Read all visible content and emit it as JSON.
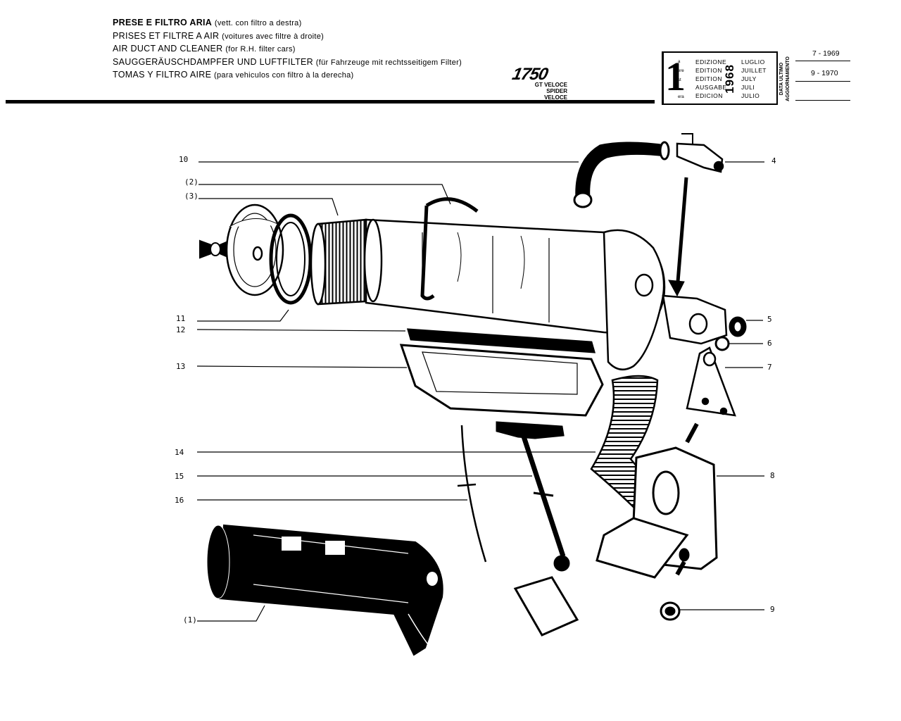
{
  "header": {
    "titles": [
      {
        "main": "PRESE E FILTRO ARIA",
        "note": "(vett. con filtro a destra)",
        "bold": true
      },
      {
        "main": "PRISES ET FILTRE A  AIR",
        "note": "(voitures avec filtre à droite)",
        "bold": false
      },
      {
        "main": "AIR DUCT AND CLEANER",
        "note": "(for R.H. filter cars)",
        "bold": false
      },
      {
        "main": "SAUGGERÄUSCHDAMPFER UND LUFTFILTER",
        "note": "(für Fahrzeuge mit rechtsseitigem Filter)",
        "bold": false
      },
      {
        "main": "TOMAS Y FILTRO AIRE",
        "note": "(para vehiculos con filtro à la derecha)",
        "bold": false
      }
    ],
    "model": "1750",
    "model_variants": [
      "GT VELOCE",
      "SPIDER VELOCE"
    ]
  },
  "edition": {
    "number": "1",
    "suffixes": [
      "a",
      "ere",
      "st",
      "",
      "era"
    ],
    "labels": [
      "EDIZIONE",
      "EDITION",
      "EDITION",
      "AUSGABE",
      "EDICION"
    ],
    "year": "1968",
    "months": [
      "LUGLIO",
      "JUILLET",
      "JULY",
      "JULI",
      "JULIO"
    ]
  },
  "updates": {
    "label_line1": "DATA ULTIMO",
    "label_line2": "AGGIORNAMENTO",
    "dates": [
      "7 - 1969",
      "9 - 1970"
    ]
  },
  "callouts": [
    {
      "id": "10",
      "label": "10"
    },
    {
      "id": "2",
      "label": "(2)"
    },
    {
      "id": "3",
      "label": "(3)"
    },
    {
      "id": "11",
      "label": "11"
    },
    {
      "id": "12",
      "label": "12"
    },
    {
      "id": "13",
      "label": "13"
    },
    {
      "id": "14",
      "label": "14"
    },
    {
      "id": "15",
      "label": "15"
    },
    {
      "id": "16",
      "label": "16"
    },
    {
      "id": "1",
      "label": "(1)"
    },
    {
      "id": "4",
      "label": "4"
    },
    {
      "id": "5",
      "label": "5"
    },
    {
      "id": "6",
      "label": "6"
    },
    {
      "id": "7",
      "label": "7"
    },
    {
      "id": "8",
      "label": "8"
    },
    {
      "id": "9",
      "label": "9"
    }
  ]
}
